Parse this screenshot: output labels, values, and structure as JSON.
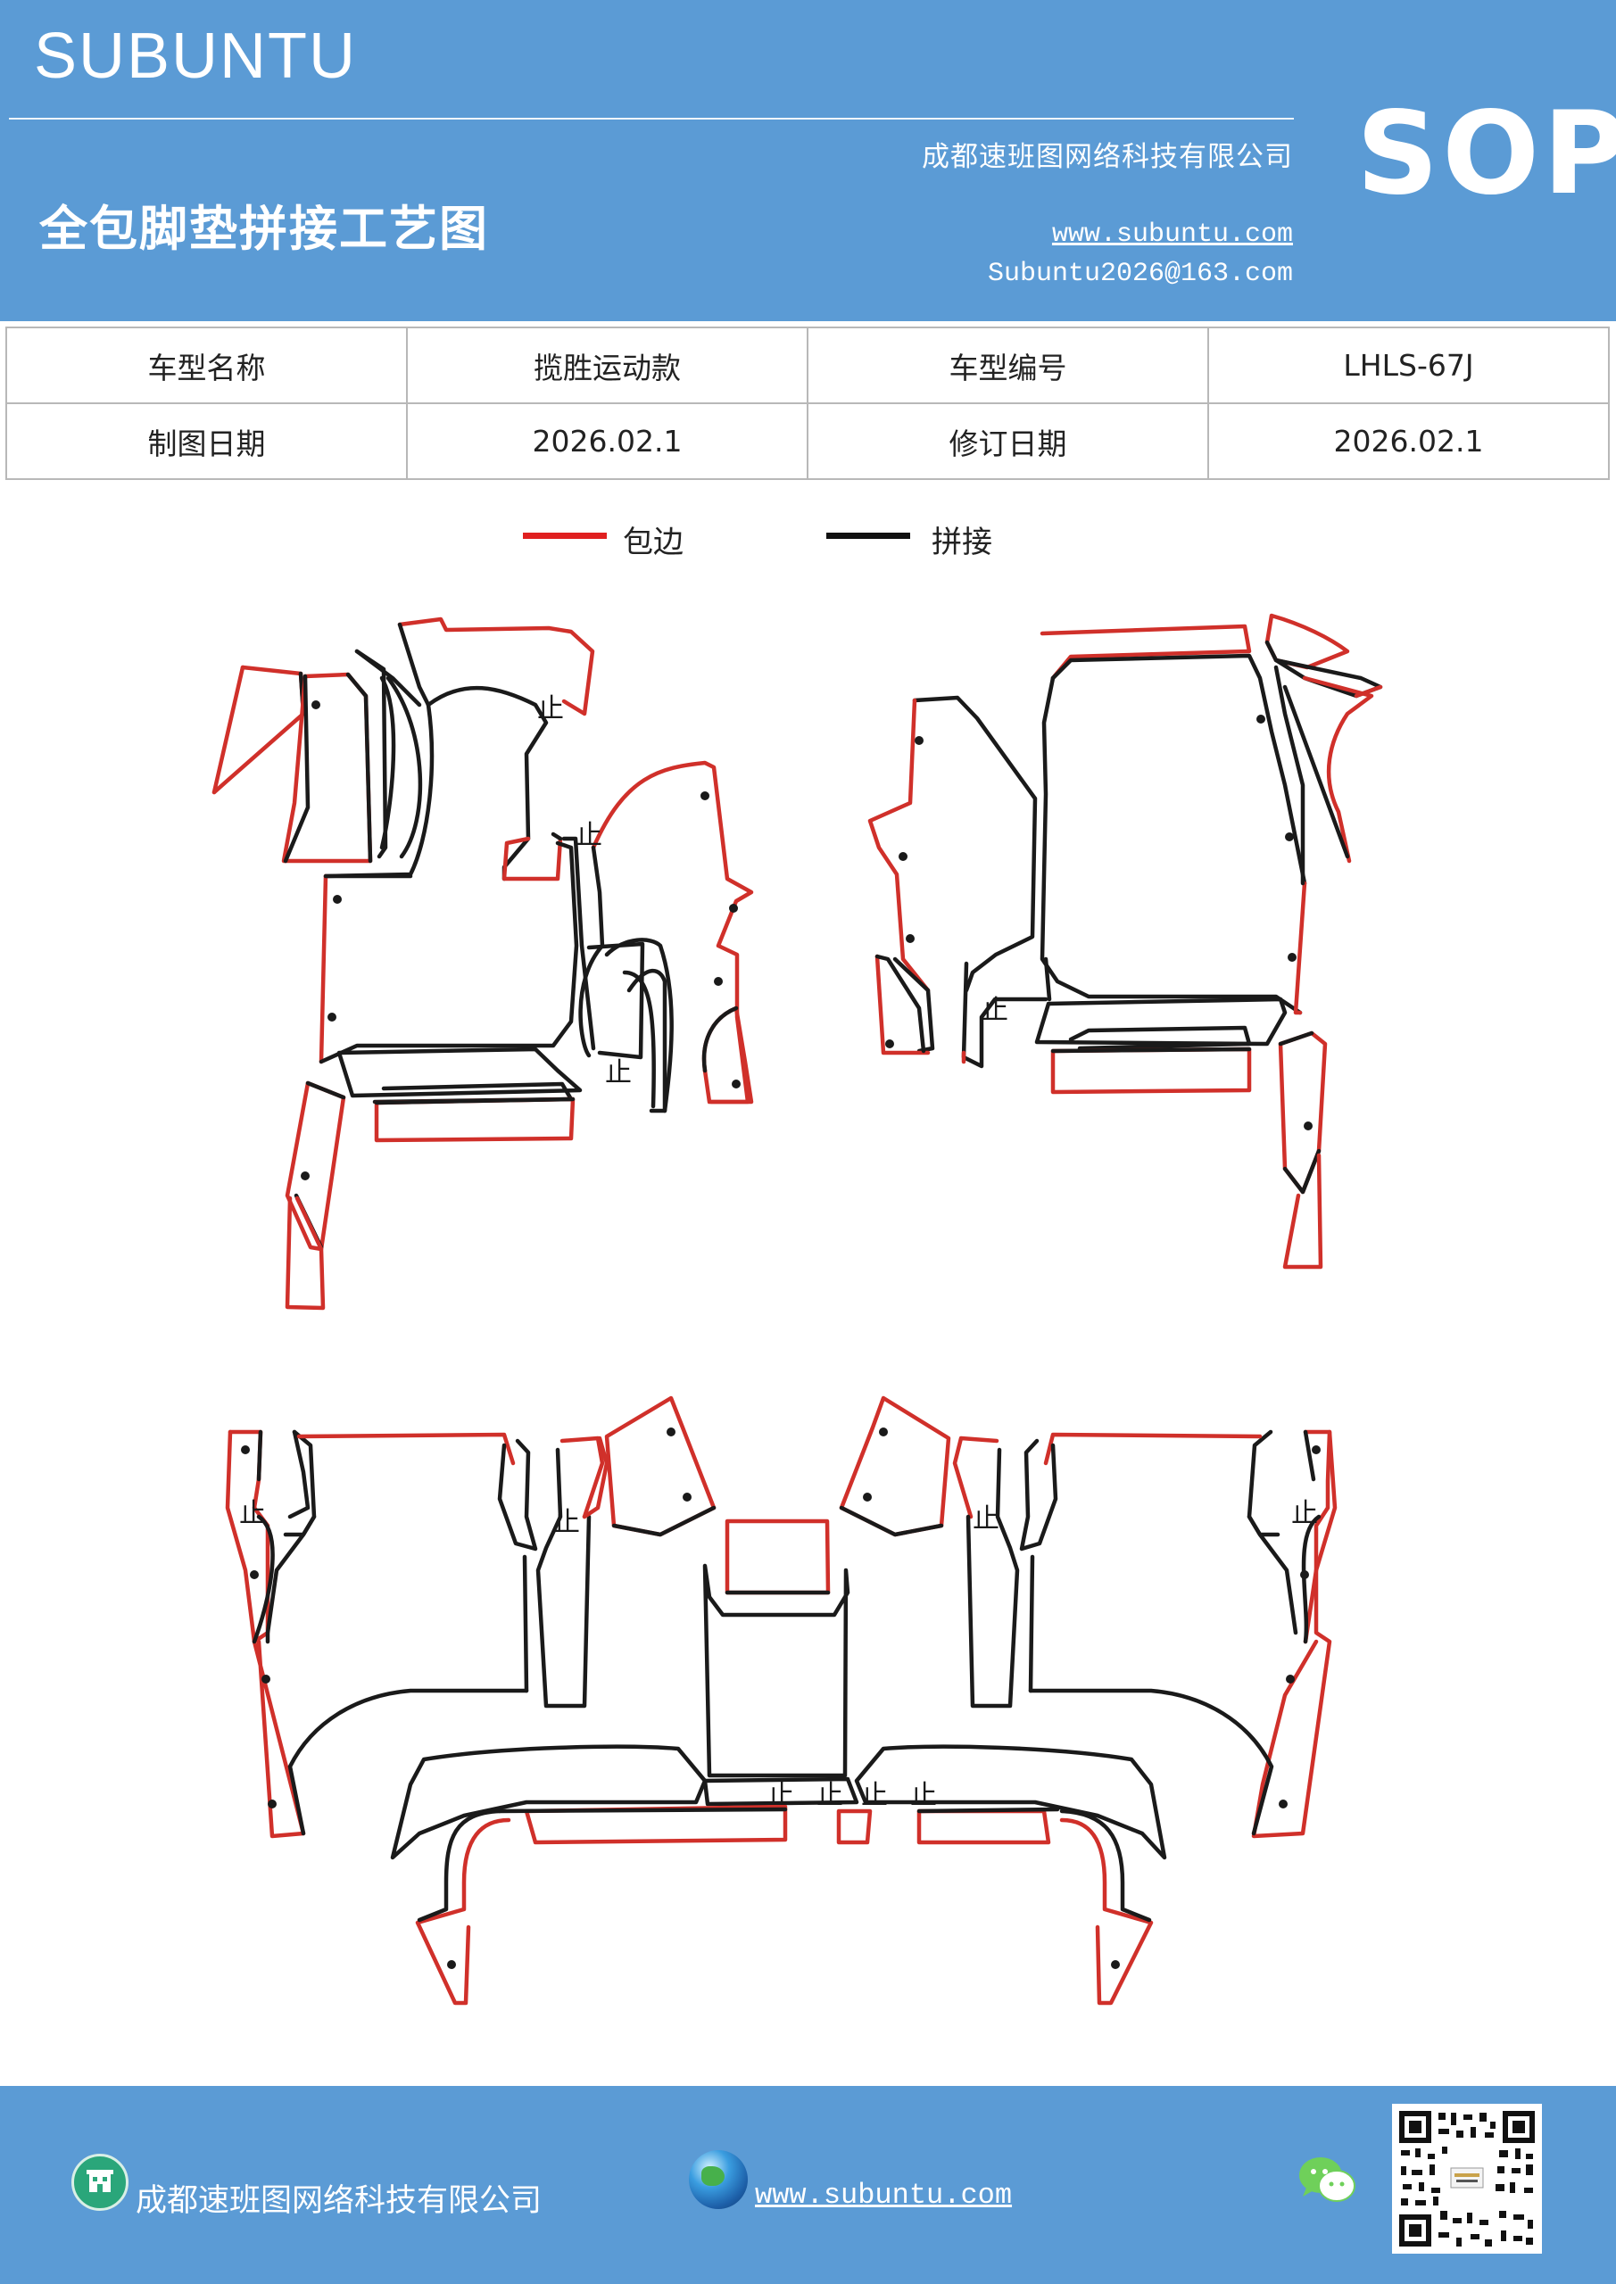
{
  "header": {
    "brand": "SUBUNTU",
    "code": "SOP",
    "company": "成都速班图网络科技有限公司",
    "title": "全包脚垫拼接工艺图",
    "website": "www.subuntu.com",
    "email": "Subuntu2026@163.com",
    "background_color": "#5b9bd5"
  },
  "info_table": {
    "rows": [
      [
        "车型名称",
        "揽胜运动款",
        "车型编号",
        "LHLS-67J"
      ],
      [
        "制图日期",
        "2026.02.1",
        "修订日期",
        "2026.02.1"
      ]
    ]
  },
  "legend": {
    "items": [
      {
        "label": "包边",
        "color": "#e02020"
      },
      {
        "label": "拼接",
        "color": "#111111"
      }
    ]
  },
  "drawing": {
    "stop_mark": "止",
    "edge_color": "#d0302a",
    "seam_color": "#1a1a1a"
  },
  "footer": {
    "company": "成都速班图网络科技有限公司",
    "website": "www.subuntu.com",
    "icons": [
      "building-icon",
      "globe-icon",
      "wechat-icon",
      "qr-code"
    ]
  }
}
